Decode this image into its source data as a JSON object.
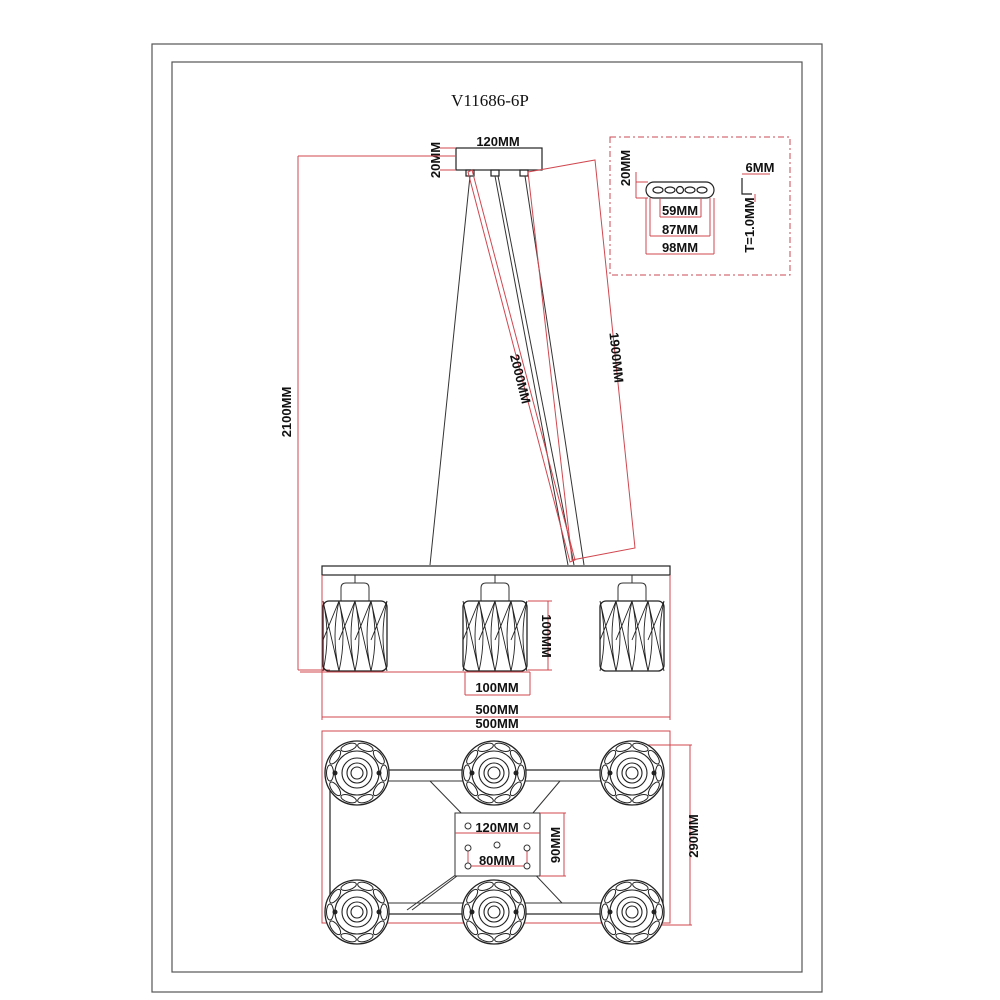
{
  "title": "V11686-6P",
  "side_view": {
    "canopy_width": "120MM",
    "canopy_height": "20MM",
    "total_height": "2100MM",
    "cable_length": "2000MM",
    "wire_length": "1900MM",
    "shade_height": "100MM",
    "shade_width": "100MM",
    "bar_length": "500MM"
  },
  "bottom_view": {
    "length": "500MM",
    "depth": "290MM",
    "plate_width": "120MM",
    "plate_hole_spacing": "80MM",
    "plate_height": "90MM"
  },
  "bracket_detail": {
    "height": "20MM",
    "slot_spacing": "59MM",
    "hole_spacing": "87MM",
    "length": "98MM",
    "flange": "6MM",
    "thickness": "T=1.0MM"
  }
}
